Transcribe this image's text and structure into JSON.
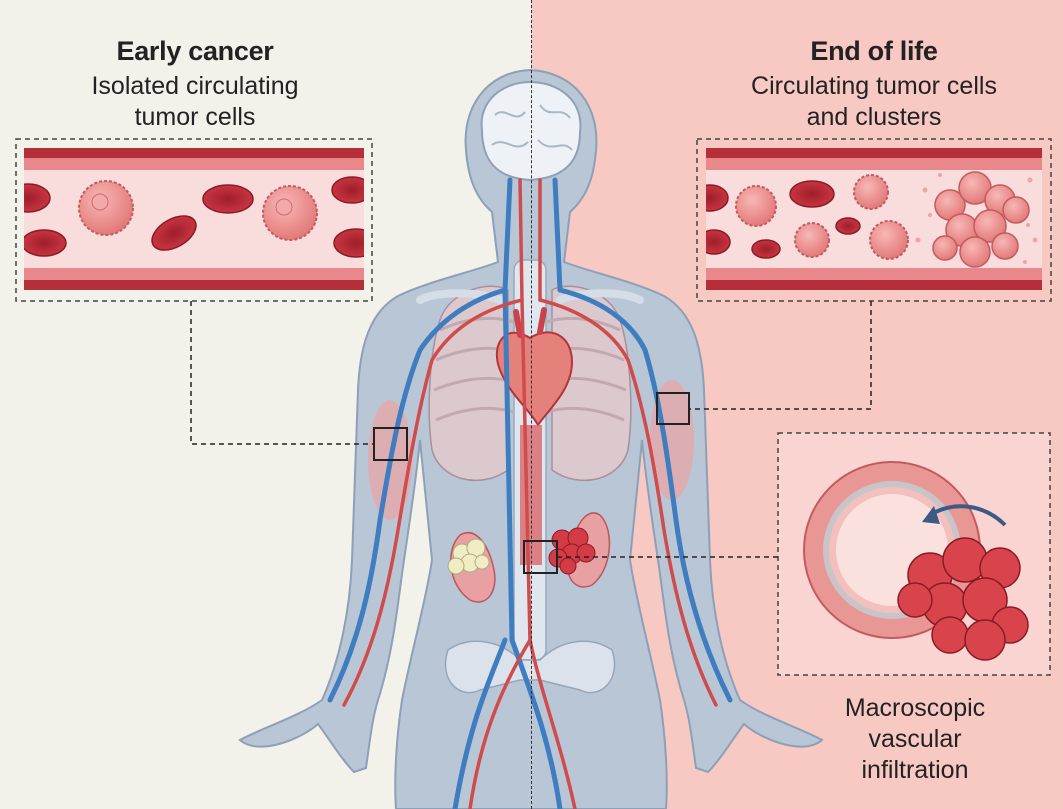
{
  "colors": {
    "left_bg": "#f2f1ea",
    "right_bg": "#f8c9c3",
    "vessel_wall": "#c94a50",
    "vessel_inner": "#f9dcdc",
    "rbc": "#c8343f",
    "tumor": "#e77e7e",
    "body": "#b9c6d5",
    "artery": "#d2524f",
    "vein": "#3f7fc1"
  },
  "left_panel": {
    "title": "Early cancer",
    "subtitle_line1": "Isolated circulating",
    "subtitle_line2": "tumor cells"
  },
  "right_panel": {
    "title": "End of life",
    "subtitle_line1": "Circulating tumor cells",
    "subtitle_line2": "and clusters"
  },
  "infiltration": {
    "line1": "Macroscopic",
    "line2": "vascular",
    "line3": "infiltration"
  }
}
